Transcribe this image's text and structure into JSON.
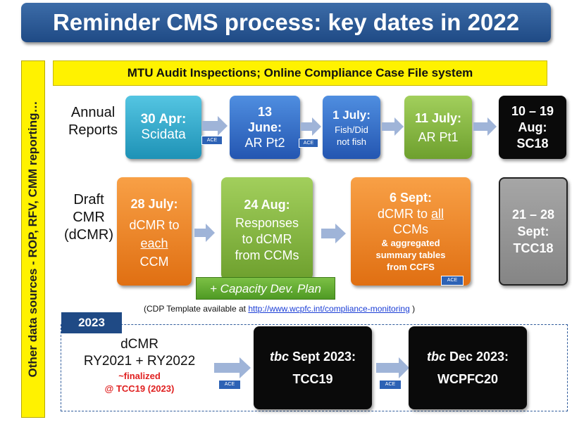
{
  "title": "Reminder CMS process: key dates in 2022",
  "sidebar": "Other data sources - ROP, RFV, CMM reporting…",
  "banner": "MTU Audit Inspections; Online Compliance Case File system",
  "ace": "ACE",
  "rows": {
    "annual": {
      "label1": "Annual",
      "label2": "Reports",
      "box1": {
        "l1": "30 Apr:",
        "l2": "Scidata"
      },
      "box2": {
        "l1": "13",
        "l2": "June:",
        "l3": "AR Pt2"
      },
      "box3": {
        "l1": "1 July:",
        "l2": "Fish/Did",
        "l3": "not fish"
      },
      "box4": {
        "l1": "11 July:",
        "l2": "AR Pt1"
      },
      "box5": {
        "l1": "10 – 19",
        "l2": "Aug:",
        "l3": "SC18"
      }
    },
    "dcmr": {
      "label1": "Draft",
      "label2": "CMR",
      "label3": "(dCMR)",
      "box1": {
        "l1": "28 July:",
        "l2": "dCMR to",
        "l3": "each",
        "l4": "CCM"
      },
      "box2": {
        "l1": "24 Aug:",
        "l2": "Responses",
        "l3": "to dCMR",
        "l4": "from CCMs"
      },
      "capacity": "+ Capacity Dev. Plan",
      "box3": {
        "l1": "6 Sept:",
        "l2a": "dCMR to ",
        "l2b": "all",
        "l3": "CCMs",
        "l4": "& aggregated",
        "l5": "summary tables",
        "l6": "from CCFS"
      },
      "box4": {
        "l1": "21 – 28",
        "l2": "Sept:",
        "l3": "TCC18"
      }
    }
  },
  "note": {
    "prefix": "(CDP Template available at ",
    "link": "http://www.wcpfc.int/compliance-monitoring",
    "suffix": " )"
  },
  "y2023": {
    "year": "2023",
    "label1": "dCMR",
    "label2": "RY2021 + RY2022",
    "final1": "~finalized",
    "final2": "@ TCC19 (2023)",
    "box1": {
      "tbc": "tbc",
      "l1": " Sept 2023:",
      "l2": "TCC19"
    },
    "box2": {
      "tbc": "tbc",
      "l1": " Dec 2023:",
      "l2": "WCPFC20"
    }
  },
  "colors": {
    "title_bar": "#2b5a98",
    "yellow": "#fff200",
    "teal": "#2aa3c6",
    "blue": "#2f66c2",
    "green": "#84b83e",
    "orange": "#ee8123",
    "black": "#0a0a0a",
    "grey": "#969696",
    "arrow": "#9fb4d8"
  }
}
